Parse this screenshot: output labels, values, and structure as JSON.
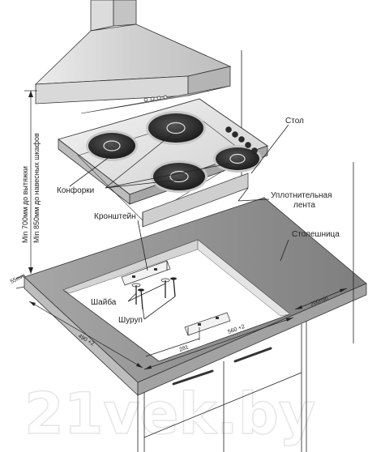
{
  "labels": {
    "table": "Стол",
    "burners": "Конфорки",
    "sealing_tape_line1": "Уплотнительная",
    "sealing_tape_line2": "лента",
    "bracket": "Кронштейн",
    "countertop": "Столешница",
    "washer": "Шайба",
    "screw": "Шуруп"
  },
  "dimensions": {
    "min_hood": "Min 700мм до вытяжки",
    "min_cabinets": "Min 850мм до навесных шкафов",
    "thickness": "55mm",
    "depth": "490 +2",
    "width": "560 +2",
    "offset_281": "281",
    "back_min": "200min"
  },
  "watermark": "21vek.by",
  "colors": {
    "counter_top": "#8f8f8f",
    "hood": "#d6d6d6",
    "hob": "#e8e8e8",
    "burner": "#2b2b2b"
  }
}
